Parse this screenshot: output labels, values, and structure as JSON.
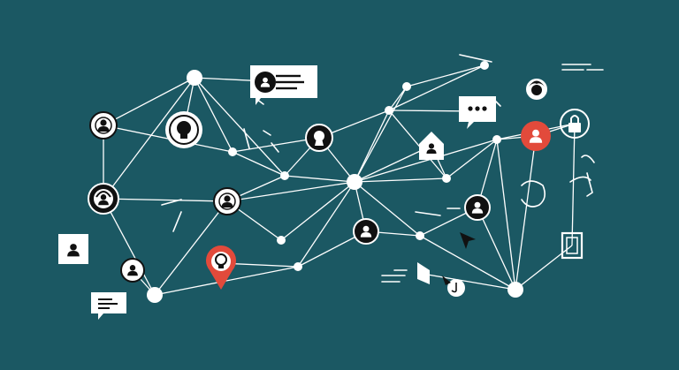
{
  "palette": {
    "background": "#1b5863",
    "line": "#ffffff",
    "node": "#ffffff",
    "dark": "#111111",
    "accent": "#e24a3b"
  },
  "nodes": [
    {
      "id": "hub-top",
      "kind": "dot"
    },
    {
      "id": "hub-center",
      "kind": "dot"
    },
    {
      "id": "hub-bottom-left",
      "kind": "dot"
    },
    {
      "id": "hub-bottom-right",
      "kind": "dot"
    },
    {
      "id": "dot-1",
      "kind": "dot"
    },
    {
      "id": "dot-2",
      "kind": "dot"
    },
    {
      "id": "dot-3",
      "kind": "dot"
    },
    {
      "id": "dot-4",
      "kind": "dot"
    },
    {
      "id": "dot-5",
      "kind": "dot"
    },
    {
      "id": "dot-6",
      "kind": "dot"
    },
    {
      "id": "dot-7",
      "kind": "dot"
    },
    {
      "id": "dot-8",
      "kind": "dot"
    },
    {
      "id": "dot-9",
      "kind": "dot"
    },
    {
      "id": "dot-10",
      "kind": "dot"
    },
    {
      "id": "user-white-left",
      "kind": "user-icon"
    },
    {
      "id": "user-white-middle",
      "kind": "user-icon"
    },
    {
      "id": "user-white-small",
      "kind": "user-icon"
    },
    {
      "id": "lightbulb-ring",
      "kind": "lightbulb-icon"
    },
    {
      "id": "headset-user",
      "kind": "headset-icon"
    },
    {
      "id": "keyhole-user",
      "kind": "keyhole-icon"
    },
    {
      "id": "user-dark-center",
      "kind": "user-icon"
    },
    {
      "id": "user-dark-right",
      "kind": "user-icon"
    },
    {
      "id": "user-red-right",
      "kind": "user-icon"
    },
    {
      "id": "lock-node",
      "kind": "lock-icon"
    },
    {
      "id": "home-user",
      "kind": "home-icon"
    },
    {
      "id": "lightbulb-pin",
      "kind": "location-pin-icon"
    },
    {
      "id": "chat-bubble-node",
      "kind": "chat-icon"
    },
    {
      "id": "profile-card",
      "kind": "profile-card-icon"
    },
    {
      "id": "message-card",
      "kind": "message-icon"
    },
    {
      "id": "user-card",
      "kind": "user-card-icon"
    },
    {
      "id": "doc-card",
      "kind": "document-icon"
    },
    {
      "id": "avatar-top-right",
      "kind": "avatar-icon"
    },
    {
      "id": "cursor-arrow",
      "kind": "cursor-icon"
    },
    {
      "id": "flag-marker",
      "kind": "flag-icon"
    }
  ]
}
